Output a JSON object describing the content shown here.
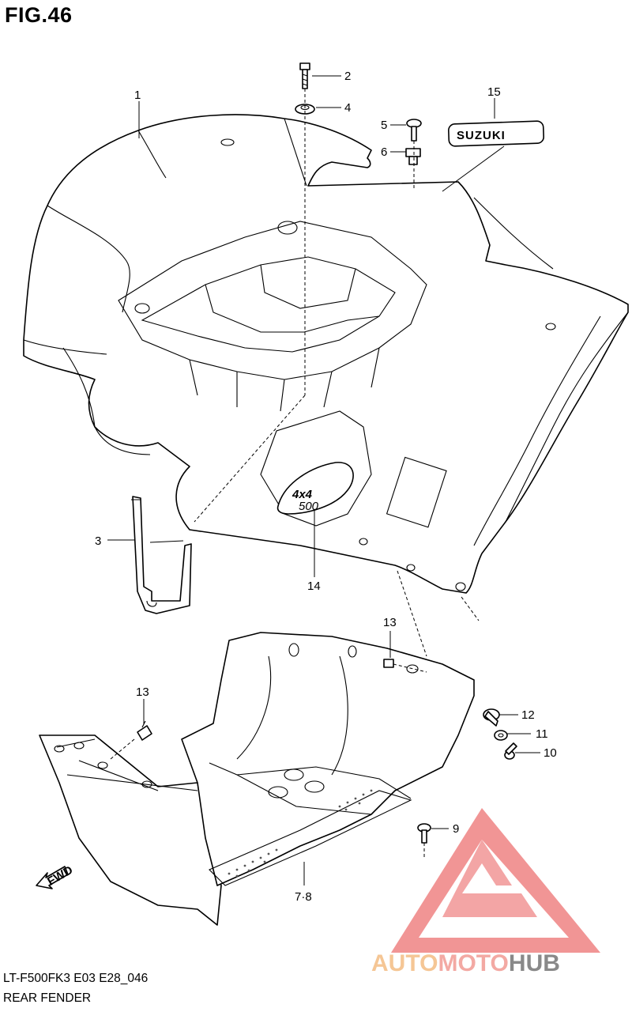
{
  "figure": {
    "title": "FIG.46",
    "code": "LT-F500FK3 E03 E28_046",
    "name": "REAR FENDER"
  },
  "callouts": {
    "c1": "1",
    "c2": "2",
    "c3": "3",
    "c4": "4",
    "c5": "5",
    "c6": "6",
    "c9": "9",
    "c10": "10",
    "c11": "11",
    "c12": "12",
    "c13a": "13",
    "c13b": "13",
    "c14": "14",
    "c15": "15",
    "c78": "7·8"
  },
  "emblems": {
    "brand": "SUZUKI",
    "model_top": "4x4",
    "model_bottom": "500",
    "direction": "FWD"
  },
  "watermark": {
    "part1": "AUTO",
    "part2": "MOTO",
    "part3": "HUB",
    "color_light": "#f4c08a",
    "color_mid": "#f2a09a",
    "color_dark": "#7d7d7d",
    "logo_color": "#f08a8a"
  }
}
